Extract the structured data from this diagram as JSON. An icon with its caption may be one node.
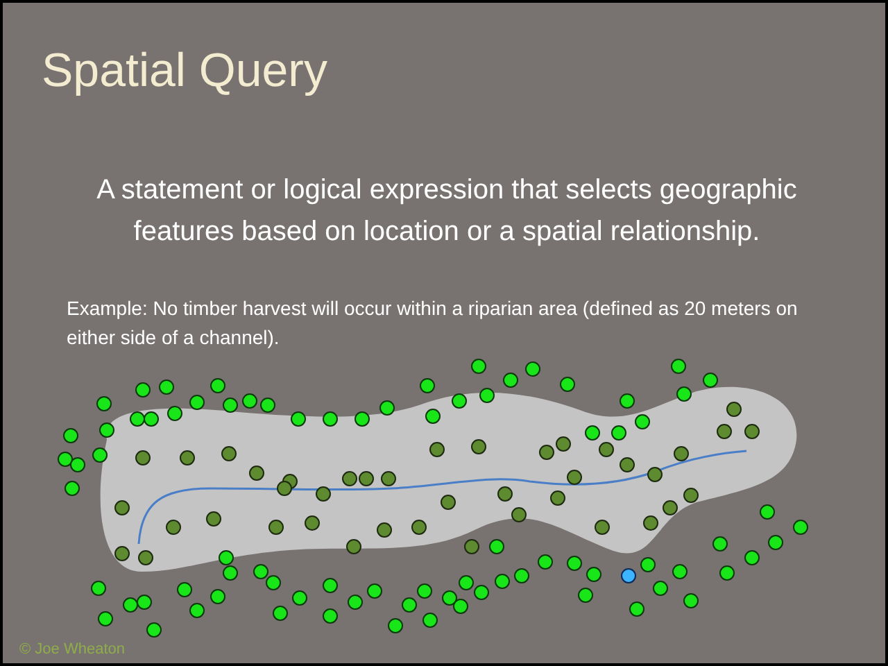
{
  "diagram": {
    "title": "Spatial Query",
    "labels": [
      "A statement or logical expression that selects geographic features based on location or a spatial relationship.",
      "Example:  No timber harvest will occur within a riparian area (defined as 20 meters on either side of a channel).",
      "© Joe Wheaton"
    ]
  }
}
